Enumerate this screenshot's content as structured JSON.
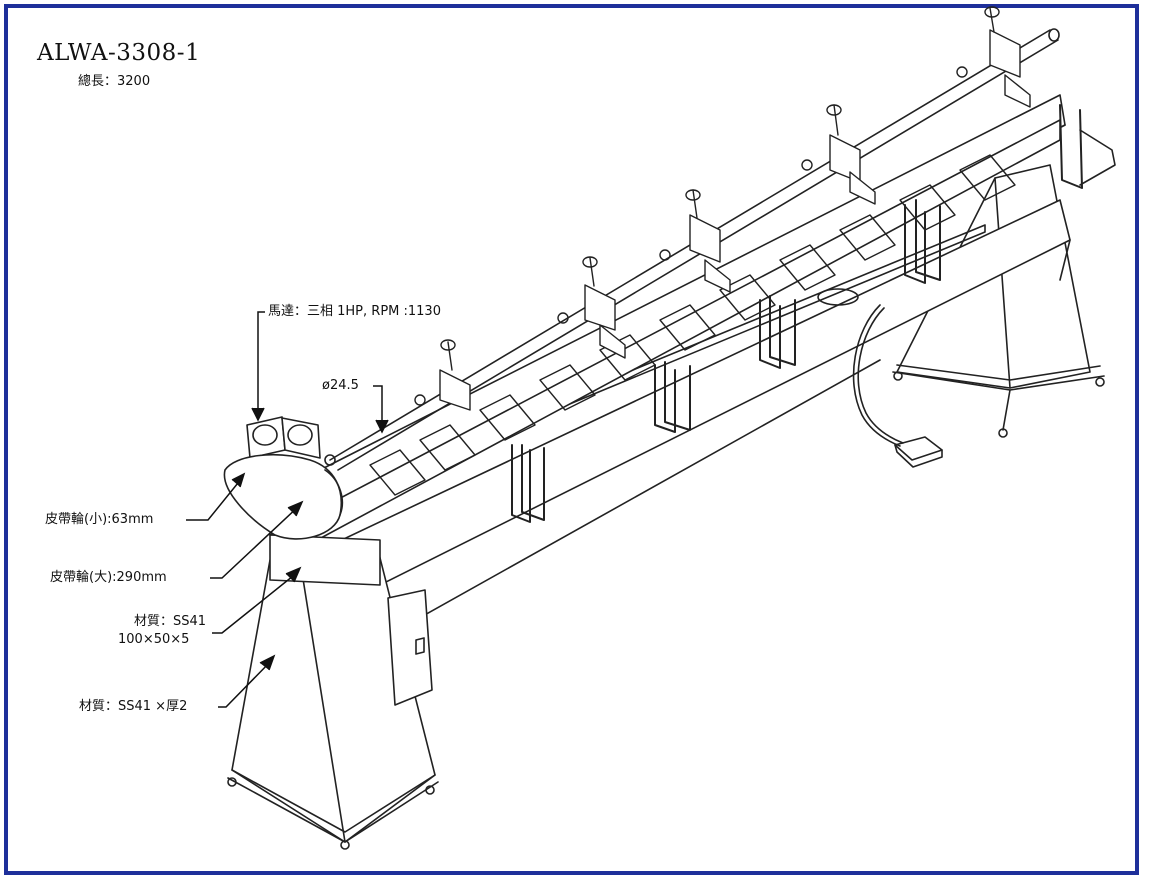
{
  "drawing": {
    "model": "ALWA-3308-1",
    "total_length": "總長：3200",
    "frame_color": "#1e2f9a"
  },
  "callouts": {
    "motor": "馬達：三相 1HP, RPM :1130",
    "shaft_diameter": "ø24.5",
    "small_pulley": "皮帶輪(小):63mm",
    "large_pulley": "皮帶輪(大):290mm",
    "beam_material": "材質：SS41",
    "beam_size": "100×50×5",
    "stand_material": "材質：SS41 ×厚2"
  }
}
